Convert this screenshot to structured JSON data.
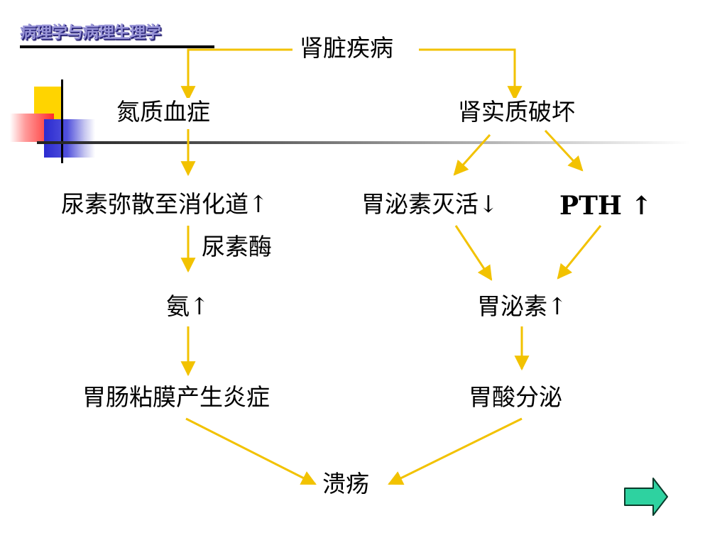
{
  "header": {
    "title": "病理学与病理生理学"
  },
  "nodes": {
    "kidney_disease": "肾脏疾病",
    "azotemia": "氮质血症",
    "parenchyma_damage": "肾实质破坏",
    "urea_diffusion": "尿素弥散至消化道↑",
    "gastrin_inactivation": "胃泌素灭活↓",
    "pth": "PTH ↑",
    "urease": "尿素酶",
    "ammonia": "氨↑",
    "gastrin": "胃泌素↑",
    "mucosa_inflammation": "胃肠粘膜产生炎症",
    "gastric_acid": "胃酸分泌",
    "ulcer": "溃疡"
  },
  "colors": {
    "connector": "#f2c200",
    "next_fill": "#2ed2a0",
    "next_stroke": "#0a3a2a"
  },
  "icons": {
    "next": "right-arrow-icon"
  }
}
